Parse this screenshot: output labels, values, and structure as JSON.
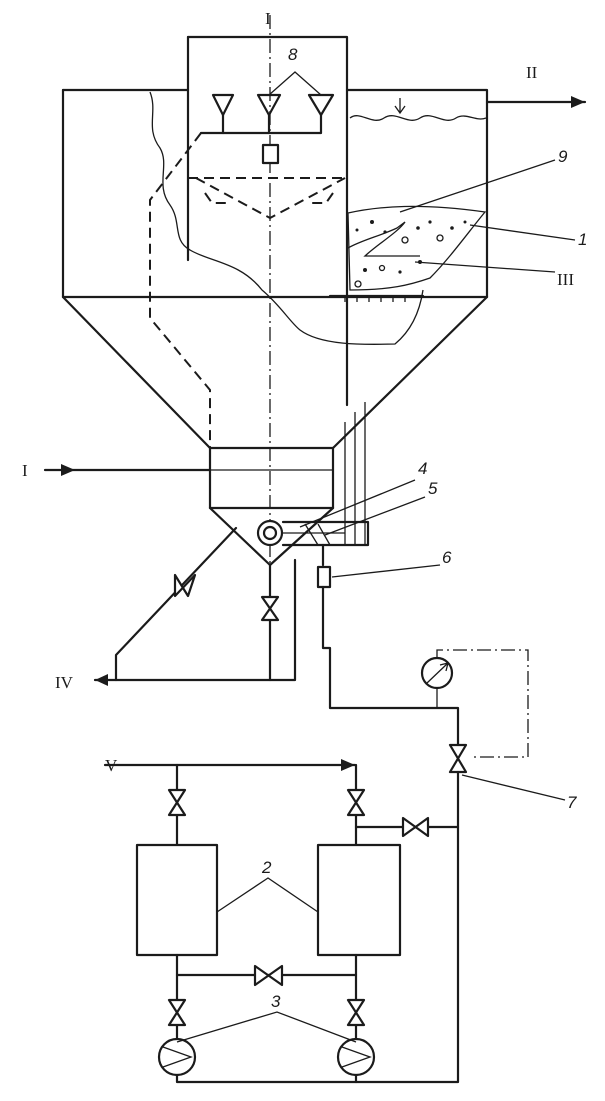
{
  "labels": {
    "top_axis": "I",
    "inlet": "I",
    "outlet_top": "II",
    "sludge_zone": "III",
    "drain": "IV",
    "supply": "V"
  },
  "numbers": {
    "n1": "1",
    "n2": "2",
    "n3": "3",
    "n4": "4",
    "n5": "5",
    "n6": "6",
    "n7": "7",
    "n8": "8",
    "n9": "9"
  }
}
